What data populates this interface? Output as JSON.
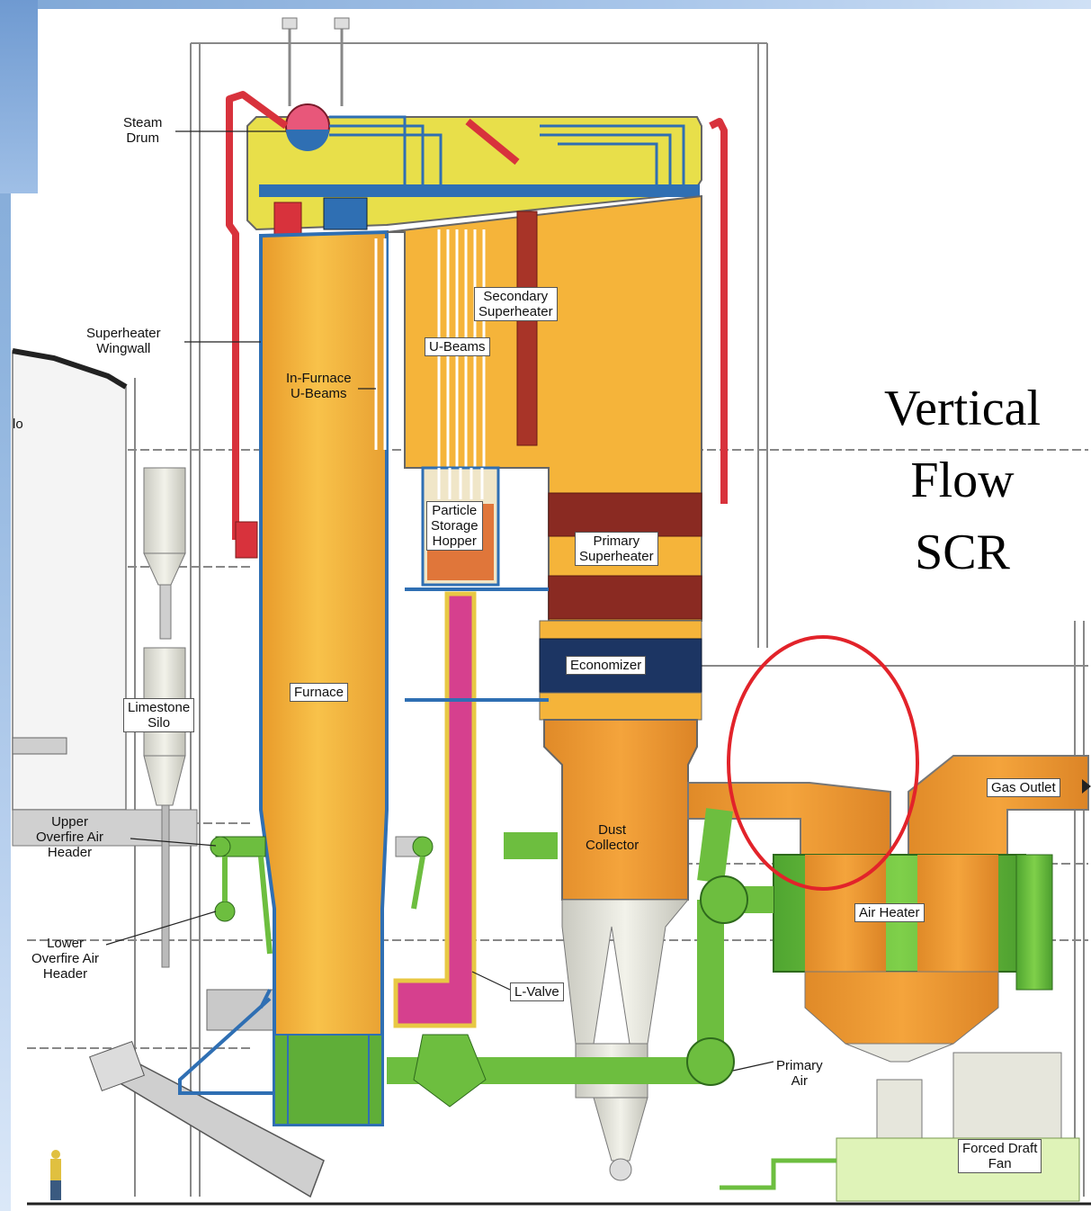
{
  "title": {
    "line1": "Vertical",
    "line2": "Flow",
    "line3": "SCR"
  },
  "labels": {
    "steam_drum": "Steam\nDrum",
    "superheater_wingwall": "Superheater\nWingwall",
    "in_furnace_ubeams": "In-Furnace\nU-Beams",
    "ubeams": "U-Beams",
    "secondary_superheater": "Secondary\nSuperheater",
    "particle_storage_hopper": "Particle\nStorage\nHopper",
    "primary_superheater": "Primary\nSuperheater",
    "economizer": "Economizer",
    "furnace": "Furnace",
    "limestone_silo": "Limestone\nSilo",
    "silo_partial": "lo",
    "upper_overfire_air_header": "Upper\nOverfire Air\nHeader",
    "lower_overfire_air_header": "Lower\nOverfire Air\nHeader",
    "dust_collector": "Dust\nCollector",
    "l_valve": "L-Valve",
    "gas_outlet": "Gas Outlet",
    "air_heater": "Air Heater",
    "primary_air": "Primary\nAir",
    "forced_draft_fan": "Forced Draft\nFan"
  },
  "colors": {
    "furnace_orange": "#f5b43a",
    "roof_yellow": "#e9e04a",
    "steam_red": "#d8323c",
    "steam_drum_pink": "#e8577a",
    "piping_blue": "#2f6fb3",
    "air_green": "#6dbe3f",
    "magenta_duct": "#d6408e",
    "economizer_navy": "#1c3563",
    "superheater_maroon": "#8a2a22",
    "highlight_red": "#e2232a"
  }
}
